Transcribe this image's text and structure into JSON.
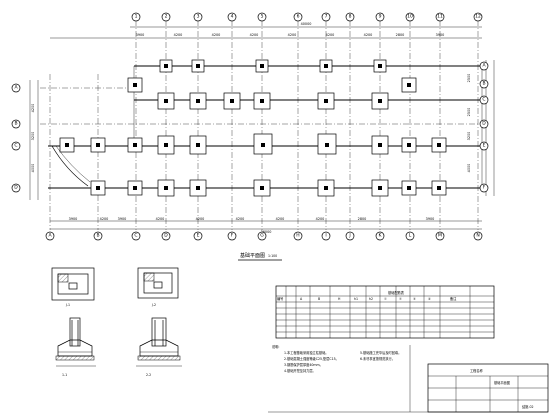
{
  "plan": {
    "title": "基础平面图",
    "scale": "1:100",
    "overall_top": "40000",
    "overall_bottom": "36000",
    "top_dims": [
      "3900",
      "4200",
      "4200",
      "4200",
      "4200",
      "4200",
      "4200",
      "2800",
      "3900"
    ],
    "bottom_dims": [
      "3900",
      "4200",
      "3900",
      "4200",
      "4200",
      "4200",
      "4200",
      "4200",
      "2800",
      "3900"
    ],
    "left_dims": [
      "4200",
      "3200",
      "4000"
    ],
    "right_dims": [
      "2500",
      "2500",
      "3200",
      "4000"
    ],
    "axis_top": [
      "1",
      "2",
      "3",
      "4",
      "5",
      "6",
      "7",
      "8",
      "9",
      "10",
      "11",
      "12"
    ],
    "axis_bottom": [
      "A",
      "B",
      "C",
      "D",
      "E",
      "F",
      "G",
      "H",
      "I",
      "J",
      "K",
      "L",
      "M",
      "N"
    ],
    "axis_left": [
      "A",
      "B",
      "C",
      "D"
    ],
    "axis_right": [
      "A",
      "B",
      "C",
      "D",
      "E",
      "F"
    ]
  },
  "details": {
    "detail_1_label": "J-1",
    "detail_2_label": "J-2",
    "section_1": "1-1",
    "section_2": "2-2"
  },
  "notes": {
    "heading": "说明:",
    "lines": [
      "1.本工程基础采用独立柱基础。",
      "2.基础混凝土强度等级C25,垫层C15。",
      "3.钢筋保护层厚度40mm。",
      "4.基础开挖至持力层。",
      "5.基础施工完毕后及时回填。",
      "6.未尽事宜按规范执行。"
    ]
  },
  "table": {
    "title": "基础配筋表",
    "headers": [
      "编号",
      "A",
      "B",
      "H",
      "h1",
      "h2",
      "①",
      "②",
      "③",
      "④",
      "备注"
    ]
  },
  "titleblock": {
    "project": "工程名称",
    "drawing": "基础平面图",
    "sheet": "结施-02"
  }
}
